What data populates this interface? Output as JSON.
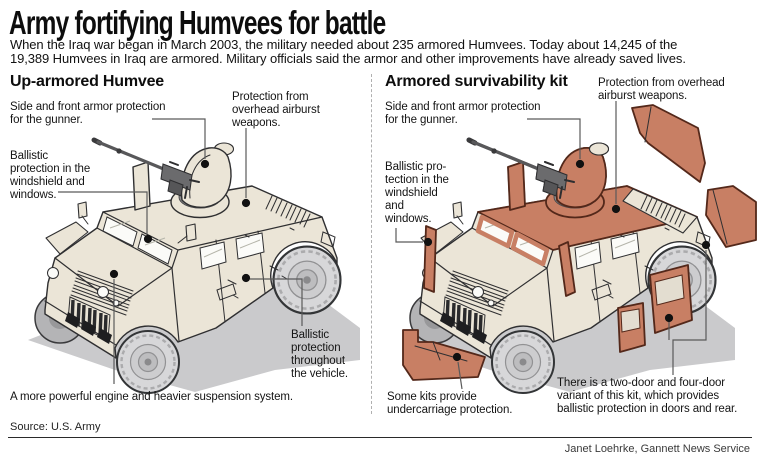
{
  "header": {
    "title": "Army fortifying Humvees for battle",
    "intro": "When the Iraq war began in March 2003, the military needed about 235 armored Humvees. Today about 14,245 of the\n19,389 Humvees in Iraq are armored. Military officials said the armor and other improvements have already saved lives."
  },
  "panels": {
    "left": {
      "title": "Up-armored Humvee",
      "callouts": {
        "gunner": "Side and front armor protection\nfor the gunner.",
        "airburst": "Protection from\noverhead airburst\nweapons.",
        "windshield": "Ballistic\nprotection in the\nwindshield and\nwindows.",
        "vehicle": "Ballistic\nprotection\nthroughout\nthe vehicle.",
        "engine": "A more powerful engine and heavier suspension system."
      }
    },
    "right": {
      "title": "Armored survivability kit",
      "callouts": {
        "gunner": "Side and front armor protection\nfor the gunner.",
        "airburst": "Protection from overhead\nairburst weapons.",
        "windshield": "Ballistic pro-\ntection in the\nwindshield\nand\nwindows.",
        "undercarriage": "Some kits provide\nundercarriage protection.",
        "doors": "There is a two-door and four-door\nvariant of this kit, which provides\nballistic protection in doors and rear."
      }
    }
  },
  "footer": {
    "source": "Source: U.S. Army",
    "credit": "Janet Loehrke, Gannett News Service"
  },
  "colors": {
    "vehicle_body": "#ebe5d7",
    "armor": "#c87f64",
    "shadow": "#cacacc",
    "outline": "#2f2f31"
  }
}
